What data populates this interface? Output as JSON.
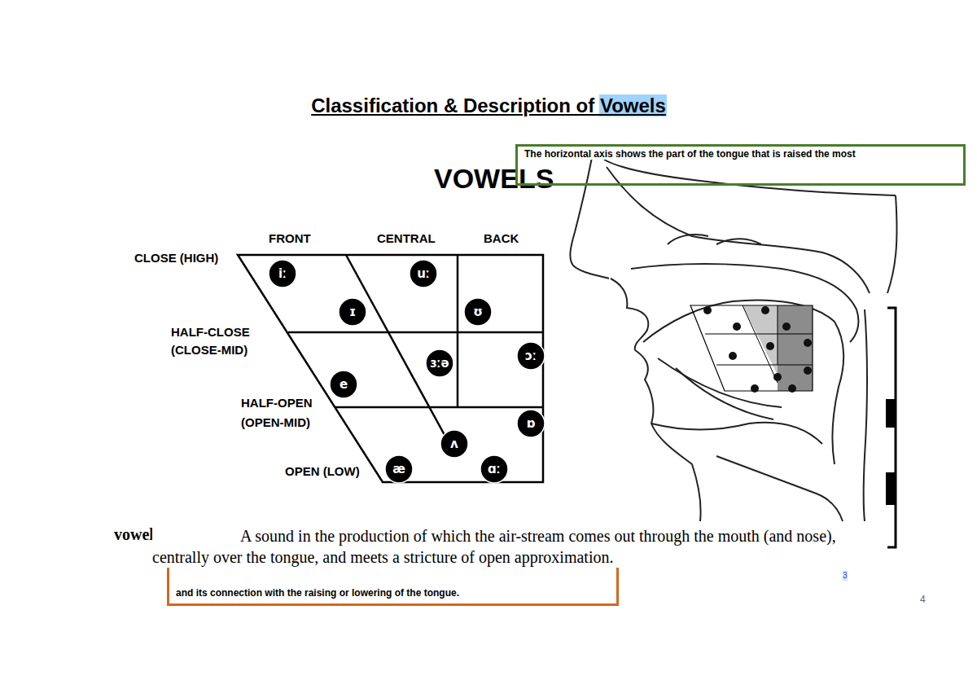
{
  "diagram": {
    "title": "Classification & Description of Vowels",
    "nodes": [
      {
        "text": [
          "The horizontal axis shows the part of the tongue that is raised the most"
        ]
      },
      {
        "text": [
          "iː"
        ]
      },
      {
        "text": [
          "uː"
        ]
      },
      {
        "text": [
          "ɪ"
        ]
      },
      {
        "text": [
          "ʊ"
        ]
      },
      {
        "text": [
          "ɜːə"
        ]
      },
      {
        "text": [
          "ɔː"
        ]
      },
      {
        "text": [
          "e"
        ]
      },
      {
        "text": [
          "ɒ"
        ]
      },
      {
        "text": [
          "ʌ"
        ]
      },
      {
        "text": [
          "æ"
        ]
      },
      {
        "text": [
          "ɑː"
        ]
      },
      {
        "text": [
          "and its connection with the raising or lowering of the tongue."
        ]
      }
    ],
    "labels": [
      "VOWELS",
      "FRONT",
      "CENTRAL",
      "BACK",
      "CLOSE (HIGH)",
      "HALF-CLOSE (CLOSE-MID)",
      "HALF-OPEN (OPEN-MID)",
      "OPEN (LOW)",
      "vowel sound",
      "A sound in the production of which the air-stream comes out through the mouth (and nose), centrally over the tongue, and meets a stricture of open approximation.",
      "3",
      "4"
    ]
  }
}
